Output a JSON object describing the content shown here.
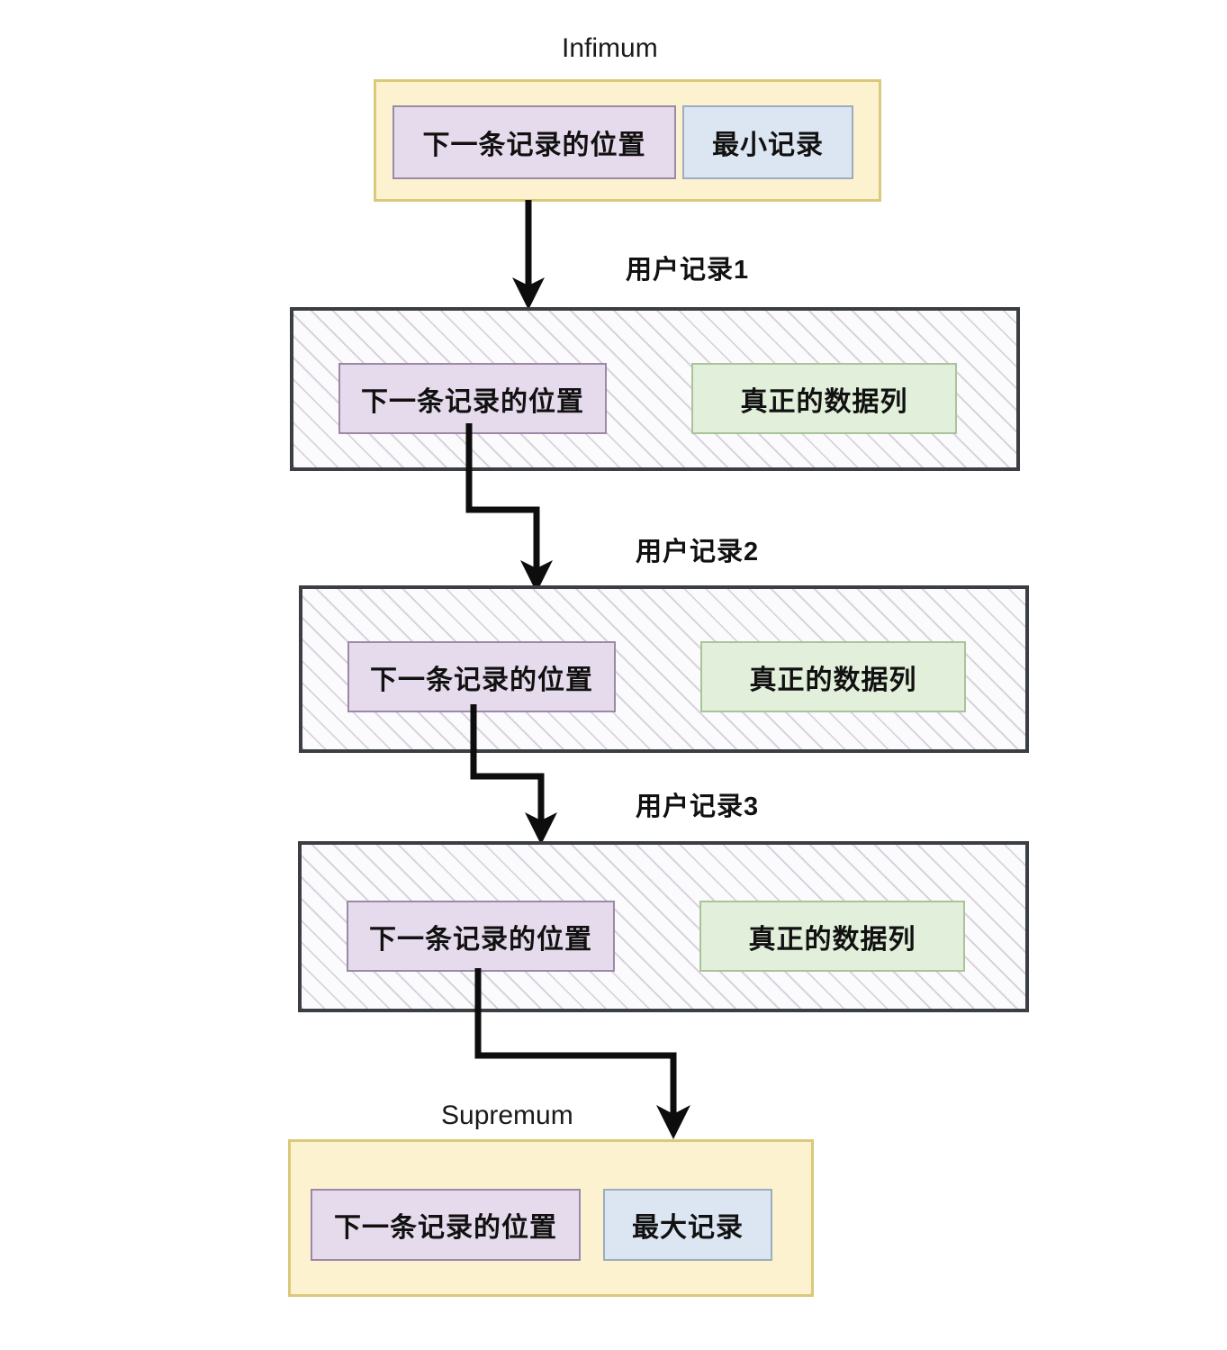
{
  "diagram": {
    "title_infimum": "Infimum",
    "title_supremum": "Supremum",
    "record_labels": [
      "用户记录1",
      "用户记录2",
      "用户记录3"
    ],
    "field_next_record": "下一条记录的位置",
    "field_min_record": "最小记录",
    "field_max_record": "最大记录",
    "field_real_data": "真正的数据列",
    "colors": {
      "sentinel_fill": "#fdf2cf",
      "sentinel_border": "#d9c97a",
      "record_border": "#3b3f42",
      "record_fill": "#fbfbfd",
      "hatch_line": "#beb2c4",
      "next_fill": "#e6dbec",
      "next_border": "#9b89a6",
      "sentinel_chip_fill": "#dce6f2",
      "sentinel_chip_border": "#9badbe",
      "data_fill": "#e2efda",
      "data_border": "#a9c49a",
      "arrow": "#0d0d0d",
      "text": "#111111"
    }
  }
}
